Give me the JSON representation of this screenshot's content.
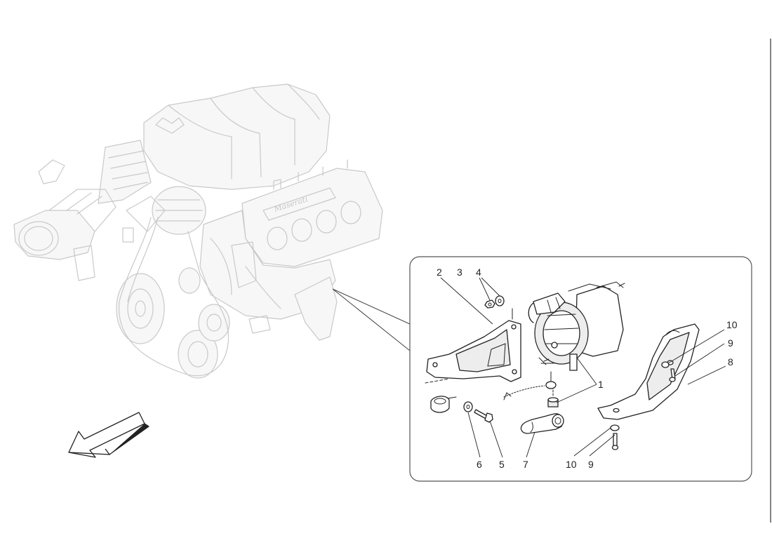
{
  "diagram": {
    "callouts": [
      "1",
      "2",
      "3",
      "4",
      "5",
      "6",
      "7",
      "8",
      "9",
      "10",
      "9",
      "10"
    ]
  }
}
